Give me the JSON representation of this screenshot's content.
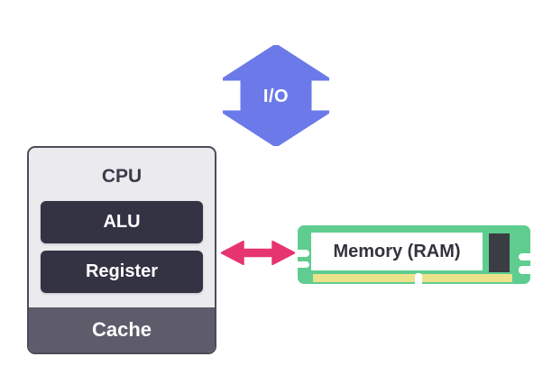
{
  "io_arrow": {
    "label": "I/O",
    "color": "#6b7ae8"
  },
  "cpu": {
    "title": "CPU",
    "components": [
      {
        "label": "ALU"
      },
      {
        "label": "Register"
      }
    ],
    "cache": {
      "label": "Cache"
    },
    "colors": {
      "box_fill": "#ebebee",
      "box_border": "#4c4c5a",
      "component_fill": "#333344",
      "cache_fill": "#5e5b6b"
    }
  },
  "bus_arrow": {
    "color": "#e63471"
  },
  "memory": {
    "label": "Memory (RAM)",
    "colors": {
      "board": "#5ecd8f",
      "pins": "#ede28c",
      "chip": "#3c3c44",
      "label_bg": "#ffffff"
    }
  }
}
